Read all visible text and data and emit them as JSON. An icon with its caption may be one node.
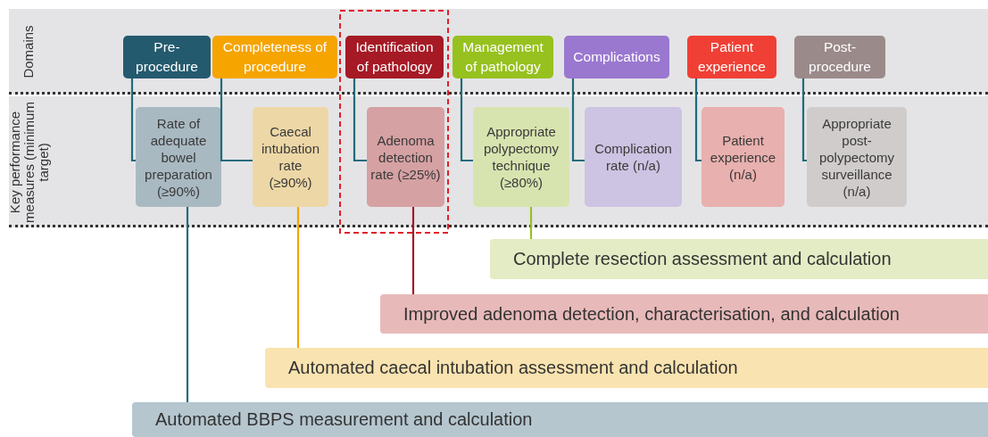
{
  "diagram": {
    "nodes": [
      {
        "text": [
          "Domains"
        ]
      },
      {
        "text": [
          "Key performance measures (minimum target)"
        ]
      },
      {
        "text": [
          "Pre-procedure"
        ],
        "in": 0
      },
      {
        "text": [
          "Completeness of procedure"
        ],
        "in": 0
      },
      {
        "text": [
          "Identification of pathology"
        ],
        "in": 0
      },
      {
        "text": [
          "Management of pathology"
        ],
        "in": 0
      },
      {
        "text": [
          "Complications"
        ],
        "in": 0
      },
      {
        "text": [
          "Patient experience"
        ],
        "in": 0
      },
      {
        "text": [
          "Post-procedure"
        ],
        "in": 0
      },
      {
        "text": [
          "Rate of adequate bowel preparation (≥90%)"
        ],
        "in": 1
      },
      {
        "text": [
          "Caecal intubation rate (≥90%)"
        ],
        "in": 1
      },
      {
        "text": [
          "Adenoma detection rate (≥25%)"
        ],
        "in": 1
      },
      {
        "text": [
          "Appropriate polypectomy technique (≥80%)"
        ],
        "in": 1
      },
      {
        "text": [
          "Complication rate (n/a)"
        ],
        "in": 1
      },
      {
        "text": [
          "Patient experience (n/a)"
        ],
        "in": 1
      },
      {
        "text": [
          "Appropriate post-polypectomy surveillance (n/a)"
        ],
        "in": 1
      },
      {
        "text": [
          "Complete resection assessment and calculation"
        ]
      },
      {
        "text": [
          "Improved adenoma detection, characterisation, and calculation"
        ]
      },
      {
        "text": [
          "Automated caecal intubation assessment and calculation"
        ]
      },
      {
        "text": [
          "Automated BBPS measurement and calculation"
        ]
      }
    ],
    "edges": [
      {
        "from": 2,
        "to": 9,
        "arrow": "none"
      },
      {
        "from": 3,
        "to": 10,
        "arrow": "none"
      },
      {
        "from": 4,
        "to": 11,
        "arrow": "none"
      },
      {
        "from": 5,
        "to": 12,
        "arrow": "none"
      },
      {
        "from": 6,
        "to": 13,
        "arrow": "none"
      },
      {
        "from": 7,
        "to": 14,
        "arrow": "none"
      },
      {
        "from": 8,
        "to": 15,
        "arrow": "none"
      },
      {
        "from": 9,
        "to": 19,
        "arrow": "none"
      },
      {
        "from": 10,
        "to": 18,
        "arrow": "none",
        "color": "#f5a400"
      },
      {
        "from": 11,
        "to": 17,
        "arrow": "none",
        "color": "#a51a25"
      },
      {
        "from": 12,
        "to": 16,
        "arrow": "none",
        "color": "#97c11f"
      }
    ]
  }
}
